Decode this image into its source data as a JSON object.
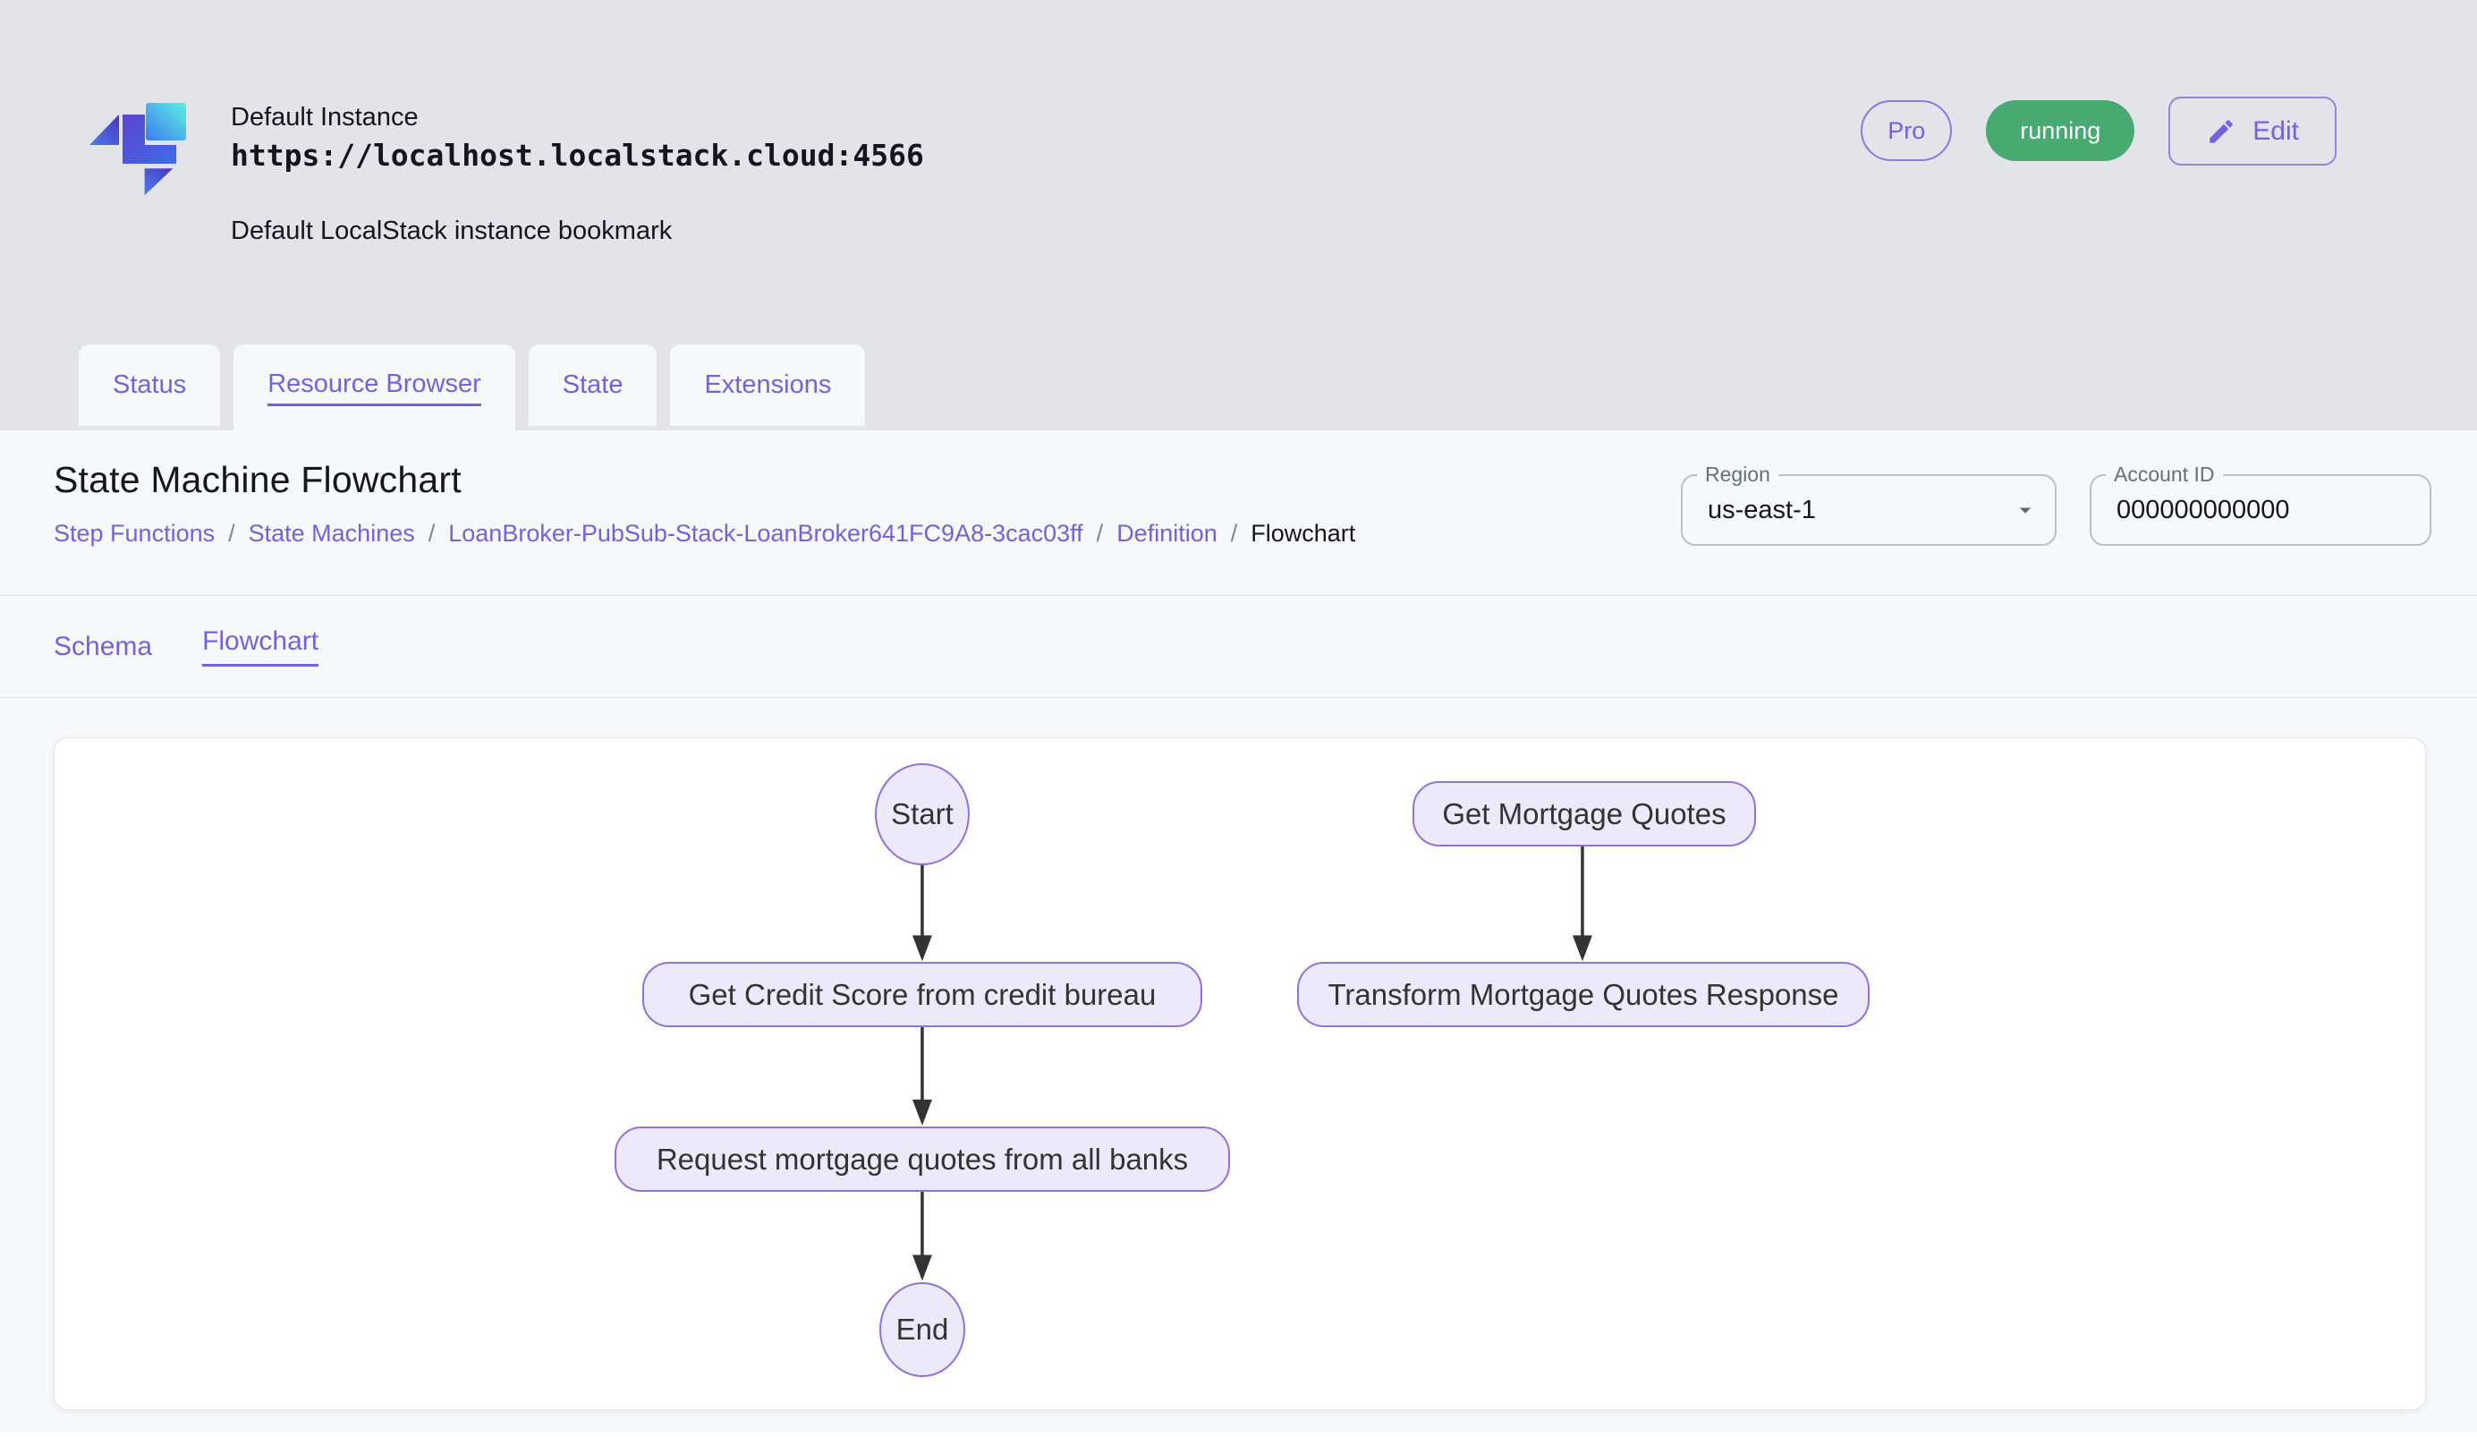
{
  "header": {
    "instance_name": "Default Instance",
    "instance_url": "https://localhost.localstack.cloud:4566",
    "instance_description": "Default LocalStack instance bookmark",
    "pro_badge": "Pro",
    "status_badge": "running",
    "edit_button": "Edit"
  },
  "tabs": [
    {
      "label": "Status",
      "active": false
    },
    {
      "label": "Resource Browser",
      "active": true
    },
    {
      "label": "State",
      "active": false
    },
    {
      "label": "Extensions",
      "active": false
    }
  ],
  "page": {
    "title": "State Machine Flowchart",
    "breadcrumb_separator": "/",
    "breadcrumb": [
      {
        "label": "Step Functions",
        "link": true
      },
      {
        "label": "State Machines",
        "link": true
      },
      {
        "label": "LoanBroker-PubSub-Stack-LoanBroker641FC9A8-3cac03ff",
        "link": true
      },
      {
        "label": "Definition",
        "link": true
      },
      {
        "label": "Flowchart",
        "link": false
      }
    ],
    "region_field": {
      "label": "Region",
      "value": "us-east-1"
    },
    "account_field": {
      "label": "Account ID",
      "value": "000000000000"
    },
    "subtabs": [
      {
        "label": "Schema",
        "active": false
      },
      {
        "label": "Flowchart",
        "active": true
      }
    ]
  },
  "flowchart": {
    "nodes": [
      {
        "id": "start",
        "label": "Start",
        "shape": "ellipse"
      },
      {
        "id": "get-credit-score",
        "label": "Get Credit Score from credit bureau",
        "shape": "stadium"
      },
      {
        "id": "request-quotes",
        "label": "Request mortgage quotes from all banks",
        "shape": "stadium"
      },
      {
        "id": "end",
        "label": "End",
        "shape": "ellipse"
      },
      {
        "id": "get-mortgage-quotes",
        "label": "Get Mortgage Quotes",
        "shape": "stadium"
      },
      {
        "id": "transform-response",
        "label": "Transform Mortgage Quotes Response",
        "shape": "stadium"
      }
    ],
    "edges": [
      {
        "from": "start",
        "to": "get-credit-score"
      },
      {
        "from": "get-credit-score",
        "to": "request-quotes"
      },
      {
        "from": "request-quotes",
        "to": "end"
      },
      {
        "from": "get-mortgage-quotes",
        "to": "transform-response"
      }
    ]
  },
  "colors": {
    "accent_purple": "#7561da",
    "status_green": "#48a971",
    "node_fill": "#ece9fa",
    "node_stroke": "#9370db",
    "header_bg": "#e2e4e9",
    "panel_bg": "#f6f9fb"
  }
}
